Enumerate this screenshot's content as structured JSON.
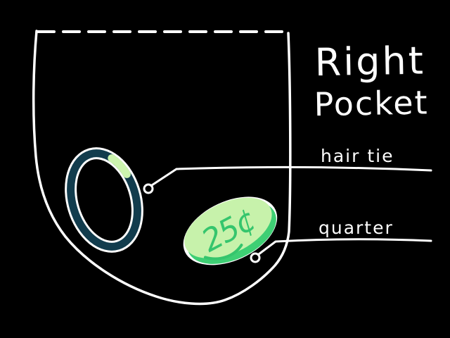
{
  "diagram": {
    "title_line1": "Right",
    "title_line2": "Pocket",
    "items": [
      {
        "label": "hair tie"
      },
      {
        "label": "quarter"
      }
    ]
  },
  "coin": {
    "value": "25¢"
  },
  "colors": {
    "background": "#000000",
    "line": "#ffffff",
    "hair_tie_band": "#123c4d",
    "hair_tie_accent": "#ccf4ae",
    "coin_rim": "#3ecf74",
    "coin_face": "#c7f2ab",
    "coin_ink": "#35c56d"
  }
}
